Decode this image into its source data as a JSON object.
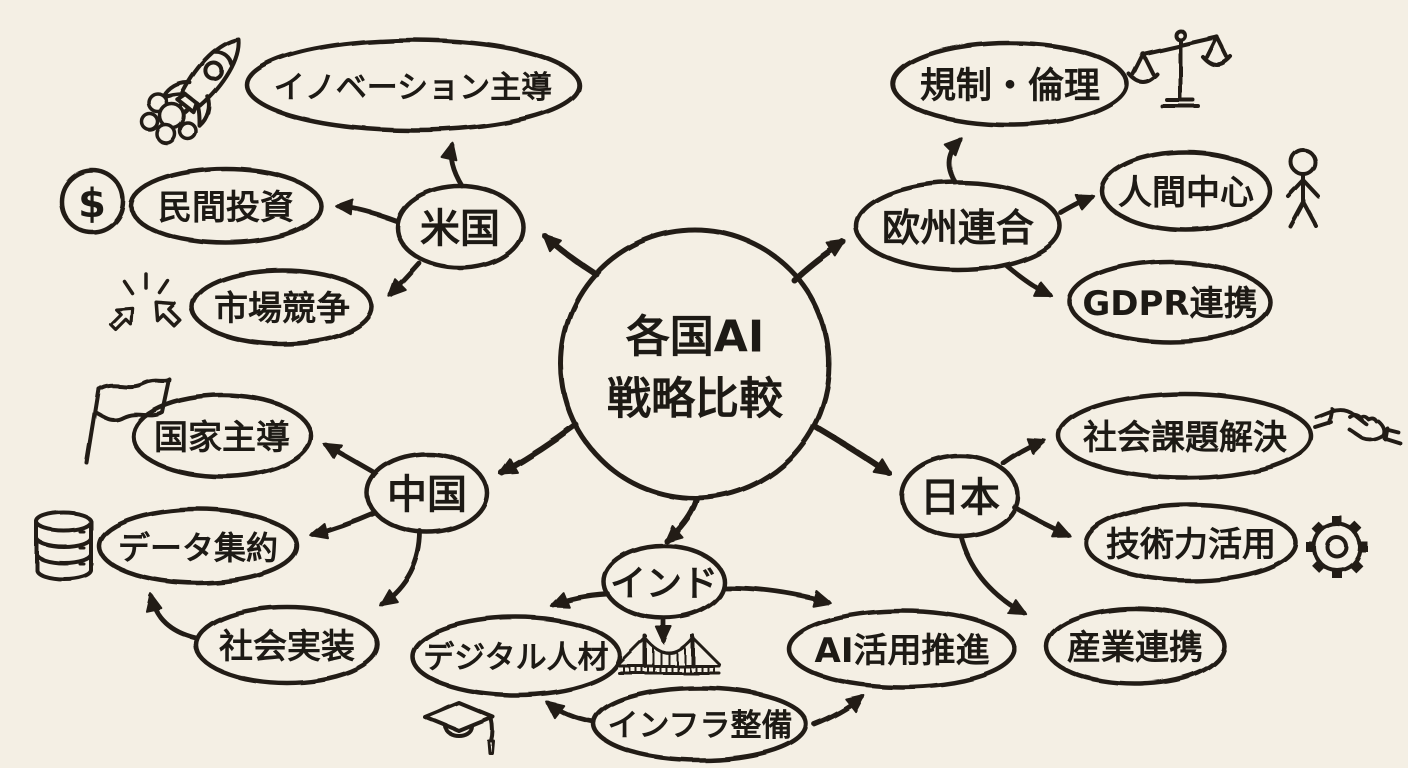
{
  "colors": {
    "background": "#f4efe4",
    "ink": "#221e19"
  },
  "diagram": {
    "center": {
      "line1": "各国AI",
      "line2": "戦略比較"
    },
    "branches": [
      {
        "id": "usa",
        "label": "米国",
        "children": [
          {
            "id": "innovation-led",
            "label": "イノベーション主導",
            "icon": "rocket-icon"
          },
          {
            "id": "private-investment",
            "label": "民間投資",
            "icon": "dollar-icon"
          },
          {
            "id": "market-competition",
            "label": "市場競争",
            "icon": "click-cursor-icon"
          }
        ]
      },
      {
        "id": "eu",
        "label": "欧州連合",
        "children": [
          {
            "id": "regulation-ethics",
            "label": "規制・倫理",
            "icon": "scales-icon"
          },
          {
            "id": "human-centric",
            "label": "人間中心",
            "icon": "person-icon"
          },
          {
            "id": "gdpr-cooperation",
            "label": "GDPR連携",
            "icon": ""
          }
        ]
      },
      {
        "id": "china",
        "label": "中国",
        "children": [
          {
            "id": "state-led",
            "label": "国家主導",
            "icon": "flag-icon"
          },
          {
            "id": "data-aggregation",
            "label": "データ集約",
            "icon": "database-icon"
          },
          {
            "id": "social-implementation",
            "label": "社会実装",
            "icon": ""
          }
        ]
      },
      {
        "id": "japan",
        "label": "日本",
        "children": [
          {
            "id": "social-issue-solving",
            "label": "社会課題解決",
            "icon": "handshake-icon"
          },
          {
            "id": "tech-utilization",
            "label": "技術力活用",
            "icon": "gear-icon"
          },
          {
            "id": "industry-cooperation",
            "label": "産業連携",
            "icon": ""
          }
        ]
      },
      {
        "id": "india",
        "label": "インド",
        "icon": "bridge-icon",
        "children": [
          {
            "id": "digital-talent",
            "label": "デジタル人材",
            "icon": "graduation-cap-icon"
          },
          {
            "id": "ai-adoption",
            "label": "AI活用推進",
            "icon": ""
          },
          {
            "id": "infrastructure",
            "label": "インフラ整備",
            "icon": ""
          }
        ]
      }
    ],
    "extra_links": [
      {
        "from": "社会実装",
        "to": "データ集約"
      },
      {
        "from": "インフラ整備",
        "to": "デジタル人材"
      },
      {
        "from": "インフラ整備",
        "to": "AI活用推進"
      }
    ]
  },
  "glyphs": {
    "dollar": "$"
  }
}
